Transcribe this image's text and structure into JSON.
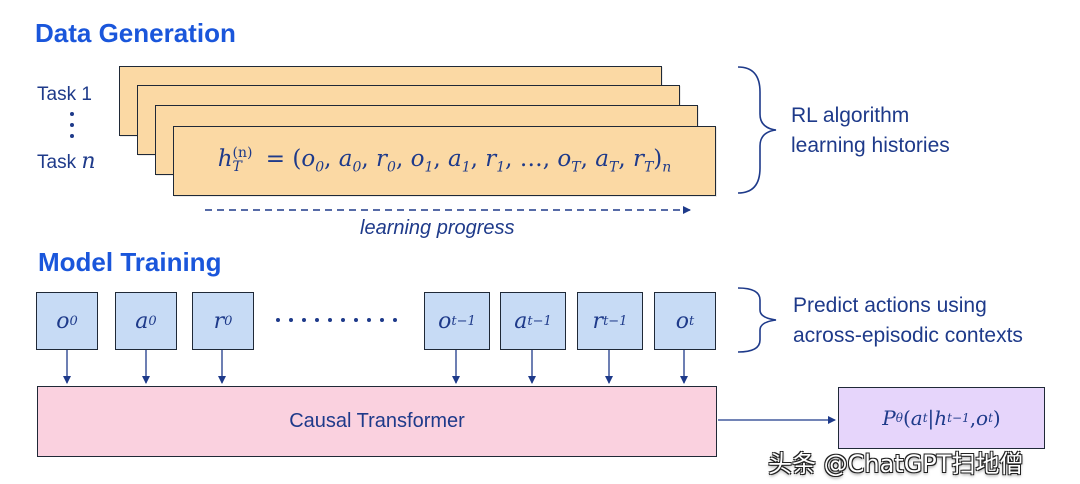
{
  "sections": {
    "data_generation_title": "Data Generation",
    "model_training_title": "Model Training"
  },
  "tasks": {
    "task1": "Task 1",
    "taskn_prefix": "Task",
    "taskn_var": "n"
  },
  "history": {
    "lhs_symbol": "h",
    "lhs_sub": "T",
    "lhs_sup": "(n)",
    "equals": "=",
    "open": "(",
    "terms": [
      {
        "sym": "o",
        "sub": "0"
      },
      {
        "sym": "a",
        "sub": "0"
      },
      {
        "sym": "r",
        "sub": "0"
      },
      {
        "sym": "o",
        "sub": "1"
      },
      {
        "sym": "a",
        "sub": "1"
      },
      {
        "sym": "r",
        "sub": "1"
      }
    ],
    "ellipsis": "…",
    "tail_terms": [
      {
        "sym": "o",
        "sub": "T"
      },
      {
        "sym": "a",
        "sub": "T"
      },
      {
        "sym": "r",
        "sub": "T"
      }
    ],
    "close": ")",
    "close_sub": "n"
  },
  "labels": {
    "rl_line1": "RL algorithm",
    "rl_line2": "learning histories",
    "learning_progress": "learning progress",
    "predict_line1": "Predict actions using",
    "predict_line2": "across-episodic contexts",
    "transformer": "Causal Transformer"
  },
  "tokens": [
    {
      "sym": "o",
      "sub": "0"
    },
    {
      "sym": "a",
      "sub": "0"
    },
    {
      "sym": "r",
      "sub": "0"
    },
    {
      "sym": "o",
      "sub": "t−1"
    },
    {
      "sym": "a",
      "sub": "t−1"
    },
    {
      "sym": "r",
      "sub": "t−1"
    },
    {
      "sym": "o",
      "sub": "t"
    }
  ],
  "output": {
    "P": "P",
    "P_sub": "θ",
    "open": "(",
    "a": "a",
    "a_sub": "t",
    "bar": "|",
    "h": "h",
    "h_sub": "t−1",
    "comma": ",",
    "o": "o",
    "o_sub": "t",
    "close": ")"
  },
  "watermark": "头条 @ChatGPT扫地僧",
  "colors": {
    "title_blue": "#1a56db",
    "ink": "#1e3a8a",
    "history_card": "#fbd9a4",
    "token_box": "#c7dbf5",
    "transformer": "#fad1df",
    "output_box": "#e6d5fb"
  }
}
